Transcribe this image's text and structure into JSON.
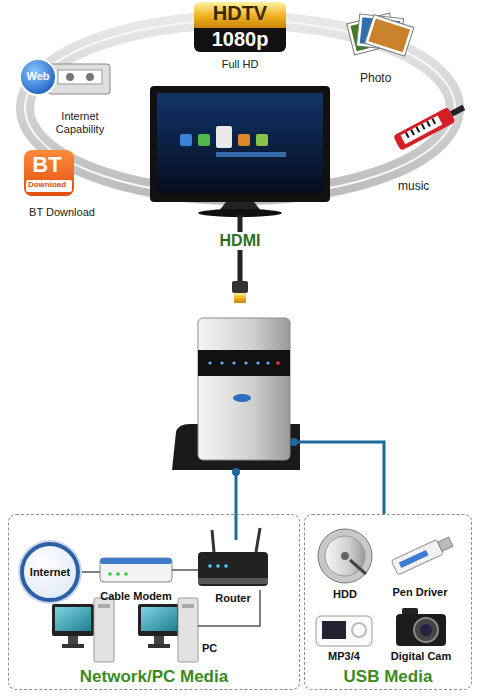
{
  "diagram": {
    "nodes": [
      {
        "text": [
          "HDTV",
          "1080p",
          "Full HD"
        ]
      },
      {
        "text": [
          "Web",
          "Internet Capability"
        ]
      },
      {
        "text": [
          "BT",
          "Download",
          "BT Download"
        ]
      },
      {
        "text": [
          "Network/PC Media"
        ]
      },
      {
        "text": [
          "Internet"
        ],
        "in": 3
      },
      {
        "text": [
          "Cable Modem"
        ],
        "in": 3
      },
      {
        "text": [
          "Router"
        ],
        "in": 3
      },
      {
        "text": [
          "PC"
        ],
        "in": 3
      },
      {
        "text": [
          "USB Media"
        ]
      },
      {
        "text": [
          "HDD"
        ],
        "in": 8
      },
      {
        "text": [
          "Pen Driver"
        ],
        "in": 8
      },
      {
        "text": [
          "MP3/4"
        ],
        "in": 8
      },
      {
        "text": [
          "Digital Cam"
        ],
        "in": 8
      }
    ],
    "edges": [
      {
        "from": 4,
        "to": 5,
        "arrow": "none"
      },
      {
        "from": 5,
        "to": 6,
        "arrow": "none"
      },
      {
        "from": 6,
        "to": 7,
        "arrow": "none"
      }
    ],
    "labels": [
      "Photo",
      "music",
      "HDMI"
    ]
  }
}
